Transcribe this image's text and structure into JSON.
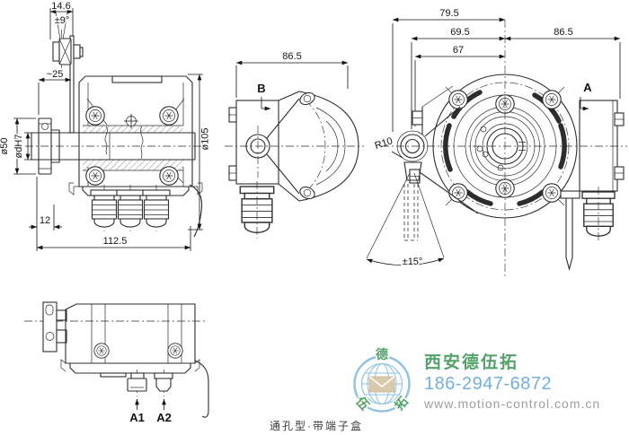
{
  "meta": {
    "caption": "通孔型·带端子盒"
  },
  "colors": {
    "line": "#2d2d2d",
    "dim": "#141414",
    "caption": "#3b3b3b",
    "bg": "#ffffff"
  },
  "views": {
    "side_view": {
      "dims": {
        "pin_width": "14.6",
        "pin_swing": "±9°",
        "pin_offset": "~25",
        "clamp_od": "ø50",
        "bore": "ødH7",
        "clamp_len": "12",
        "total_len": "112.5",
        "body_od": "ø105"
      }
    },
    "rear_view": {
      "depth": "86.5",
      "section_label": "B"
    },
    "front_view": {
      "dim_795": "79.5",
      "dim_695": "69.5",
      "dim_67": "67",
      "dim_865": "86.5",
      "section_label": "A",
      "tether_radius": "R10",
      "tether_swing": "±15°"
    },
    "bottom_view": {
      "port1": "A1",
      "port2": "A2"
    }
  },
  "watermark": {
    "company": "西安德伍拓",
    "phone": "186-2947-6872",
    "website": "www.motion-control.com.cn",
    "logo": {
      "char_top": "德",
      "char_left": "伍",
      "char_right": "拓"
    },
    "colors": {
      "green": "#54a269",
      "logo_blue": "#8ec2e4",
      "phone_blue": "#74b0dc",
      "gray": "#9e9e9e",
      "tan": "#dbc9ad"
    }
  }
}
